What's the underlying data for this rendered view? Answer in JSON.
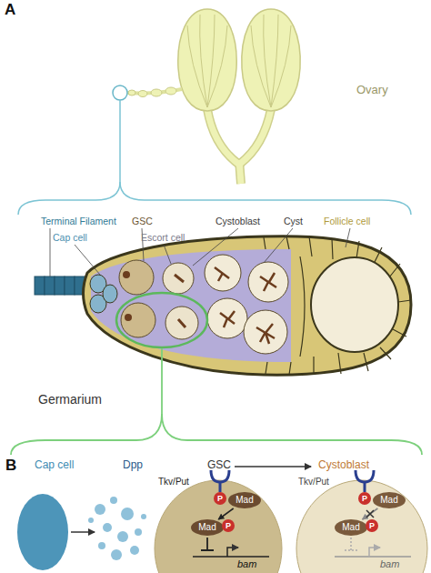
{
  "diagram": {
    "nodes": [
      {
        "text": [
          "Tkv/Put",
          "bam"
        ]
      },
      {
        "text": [
          "P"
        ],
        "in": 0
      },
      {
        "text": [
          "Mad"
        ],
        "in": 0
      },
      {
        "text": [
          "Mad"
        ],
        "in": 0
      },
      {
        "text": [
          "P"
        ],
        "in": 0
      },
      {
        "text": [
          "Tkv/Put",
          "bam"
        ]
      },
      {
        "text": [
          "P"
        ],
        "in": 5
      },
      {
        "text": [
          "Mad"
        ],
        "in": 5
      },
      {
        "text": [
          "Mad"
        ],
        "in": 5
      },
      {
        "text": [
          "P"
        ],
        "in": 5
      }
    ],
    "edges": [
      {
        "from": 2,
        "to": 3,
        "arrow": "to"
      },
      {
        "from": 7,
        "to": 8,
        "arrow": "to"
      }
    ],
    "labels": [
      "A",
      "Ovary",
      "Terminal Filament",
      "GSC",
      "Cystoblast",
      "Cyst",
      "Follicle cell",
      "Cap cell",
      "Escort cell",
      "Germarium",
      "B",
      "Cap cell",
      "Dpp",
      "GSC",
      "Cystoblast"
    ]
  }
}
